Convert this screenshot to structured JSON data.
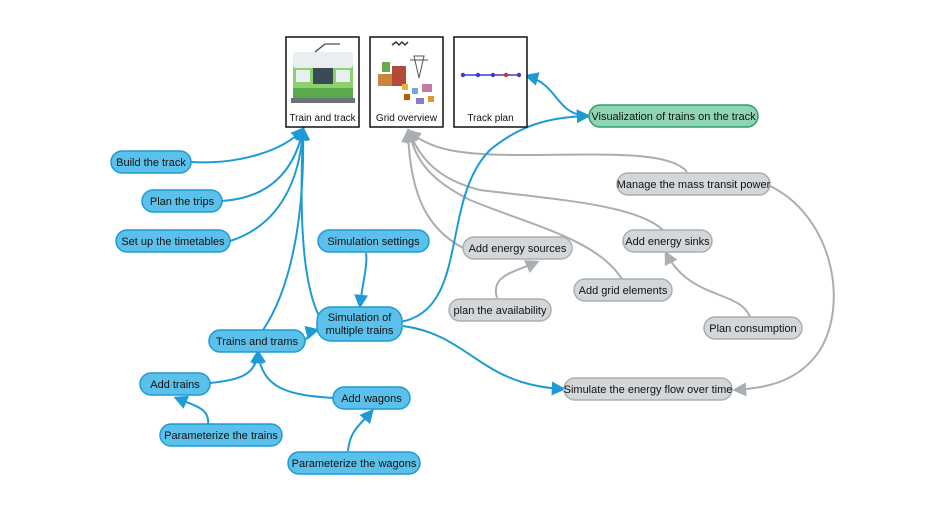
{
  "colors": {
    "blue_fill": "#5bc0ea",
    "blue_stroke": "#1d9bd6",
    "gray_fill": "#d4d7da",
    "gray_stroke": "#a9aeb2",
    "green_fill": "#8fd4b4",
    "green_stroke": "#2f9e6f",
    "gray_edge": "#a9aeb2",
    "blue_edge": "#1d9bd6"
  },
  "panels": {
    "train_and_track": "Train and track",
    "grid_overview": "Grid overview",
    "track_plan": "Track plan"
  },
  "nodes": {
    "visualization": "Visualization of trains on the track",
    "build_track": "Build the track",
    "plan_trips": "Plan the trips",
    "set_up_timetables": "Set up the timetables",
    "simulation_settings": "Simulation settings",
    "simulation_multiple_line1": "Simulation of",
    "simulation_multiple_line2": "multiple trains",
    "trains_and_trams": "Trains and trams",
    "add_trains": "Add trains",
    "parameterize_trains": "Parameterize the trains",
    "add_wagons": "Add wagons",
    "parameterize_wagons": "Parameterize the wagons",
    "manage_power": "Manage the mass transit power",
    "add_energy_sources": "Add energy sources",
    "plan_availability": "plan the availability",
    "add_energy_sinks": "Add energy sinks",
    "add_grid_elements": "Add grid elements",
    "plan_consumption": "Plan consumption",
    "simulate_energy_flow": "Simulate the energy flow over time"
  },
  "icons": [
    "train-illustration-icon",
    "power-grid-illustration-icon",
    "track-line-icon"
  ]
}
